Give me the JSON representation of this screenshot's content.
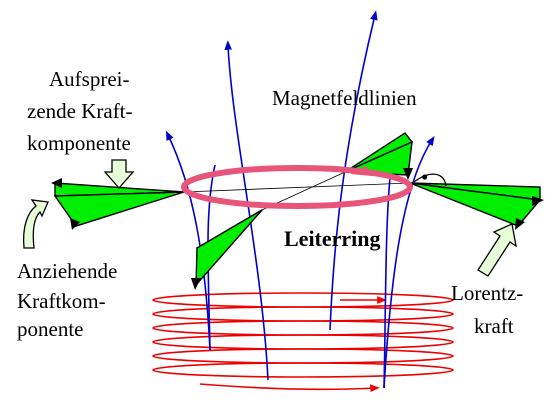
{
  "diagram": {
    "labels": {
      "spreading_component": [
        "Aufsprei-",
        "zende Kraft-",
        "komponente"
      ],
      "field_lines": "Magnetfeldlinien",
      "ring": "Leiterring",
      "attracting_component": [
        "Anziehende",
        "Kraftkom-",
        "ponente"
      ],
      "lorentz": [
        "Lorentz-",
        "kraft"
      ]
    },
    "right_angle_mark": "•",
    "colors": {
      "field_lines": "#0000cc",
      "ring": "#e8557a",
      "coil": "#ee0000",
      "force_fill": "#00ee00",
      "hint_arrow_fill": "#e6ffd9",
      "outline": "#000000"
    }
  }
}
